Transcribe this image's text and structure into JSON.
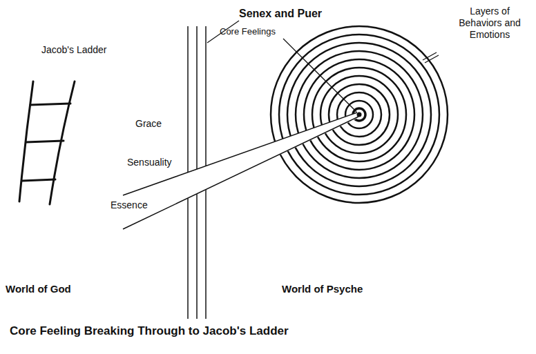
{
  "diagram": {
    "caption": "Core Feeling Breaking Through to Jacob's Ladder",
    "labels": [
      "Senex and Puer",
      "Jacob's Ladder",
      "Core Feelings",
      "Layers of Behaviors and Emotions",
      "Grace",
      "Sensuality",
      "Essence",
      "World of God",
      "World of Psyche"
    ]
  }
}
